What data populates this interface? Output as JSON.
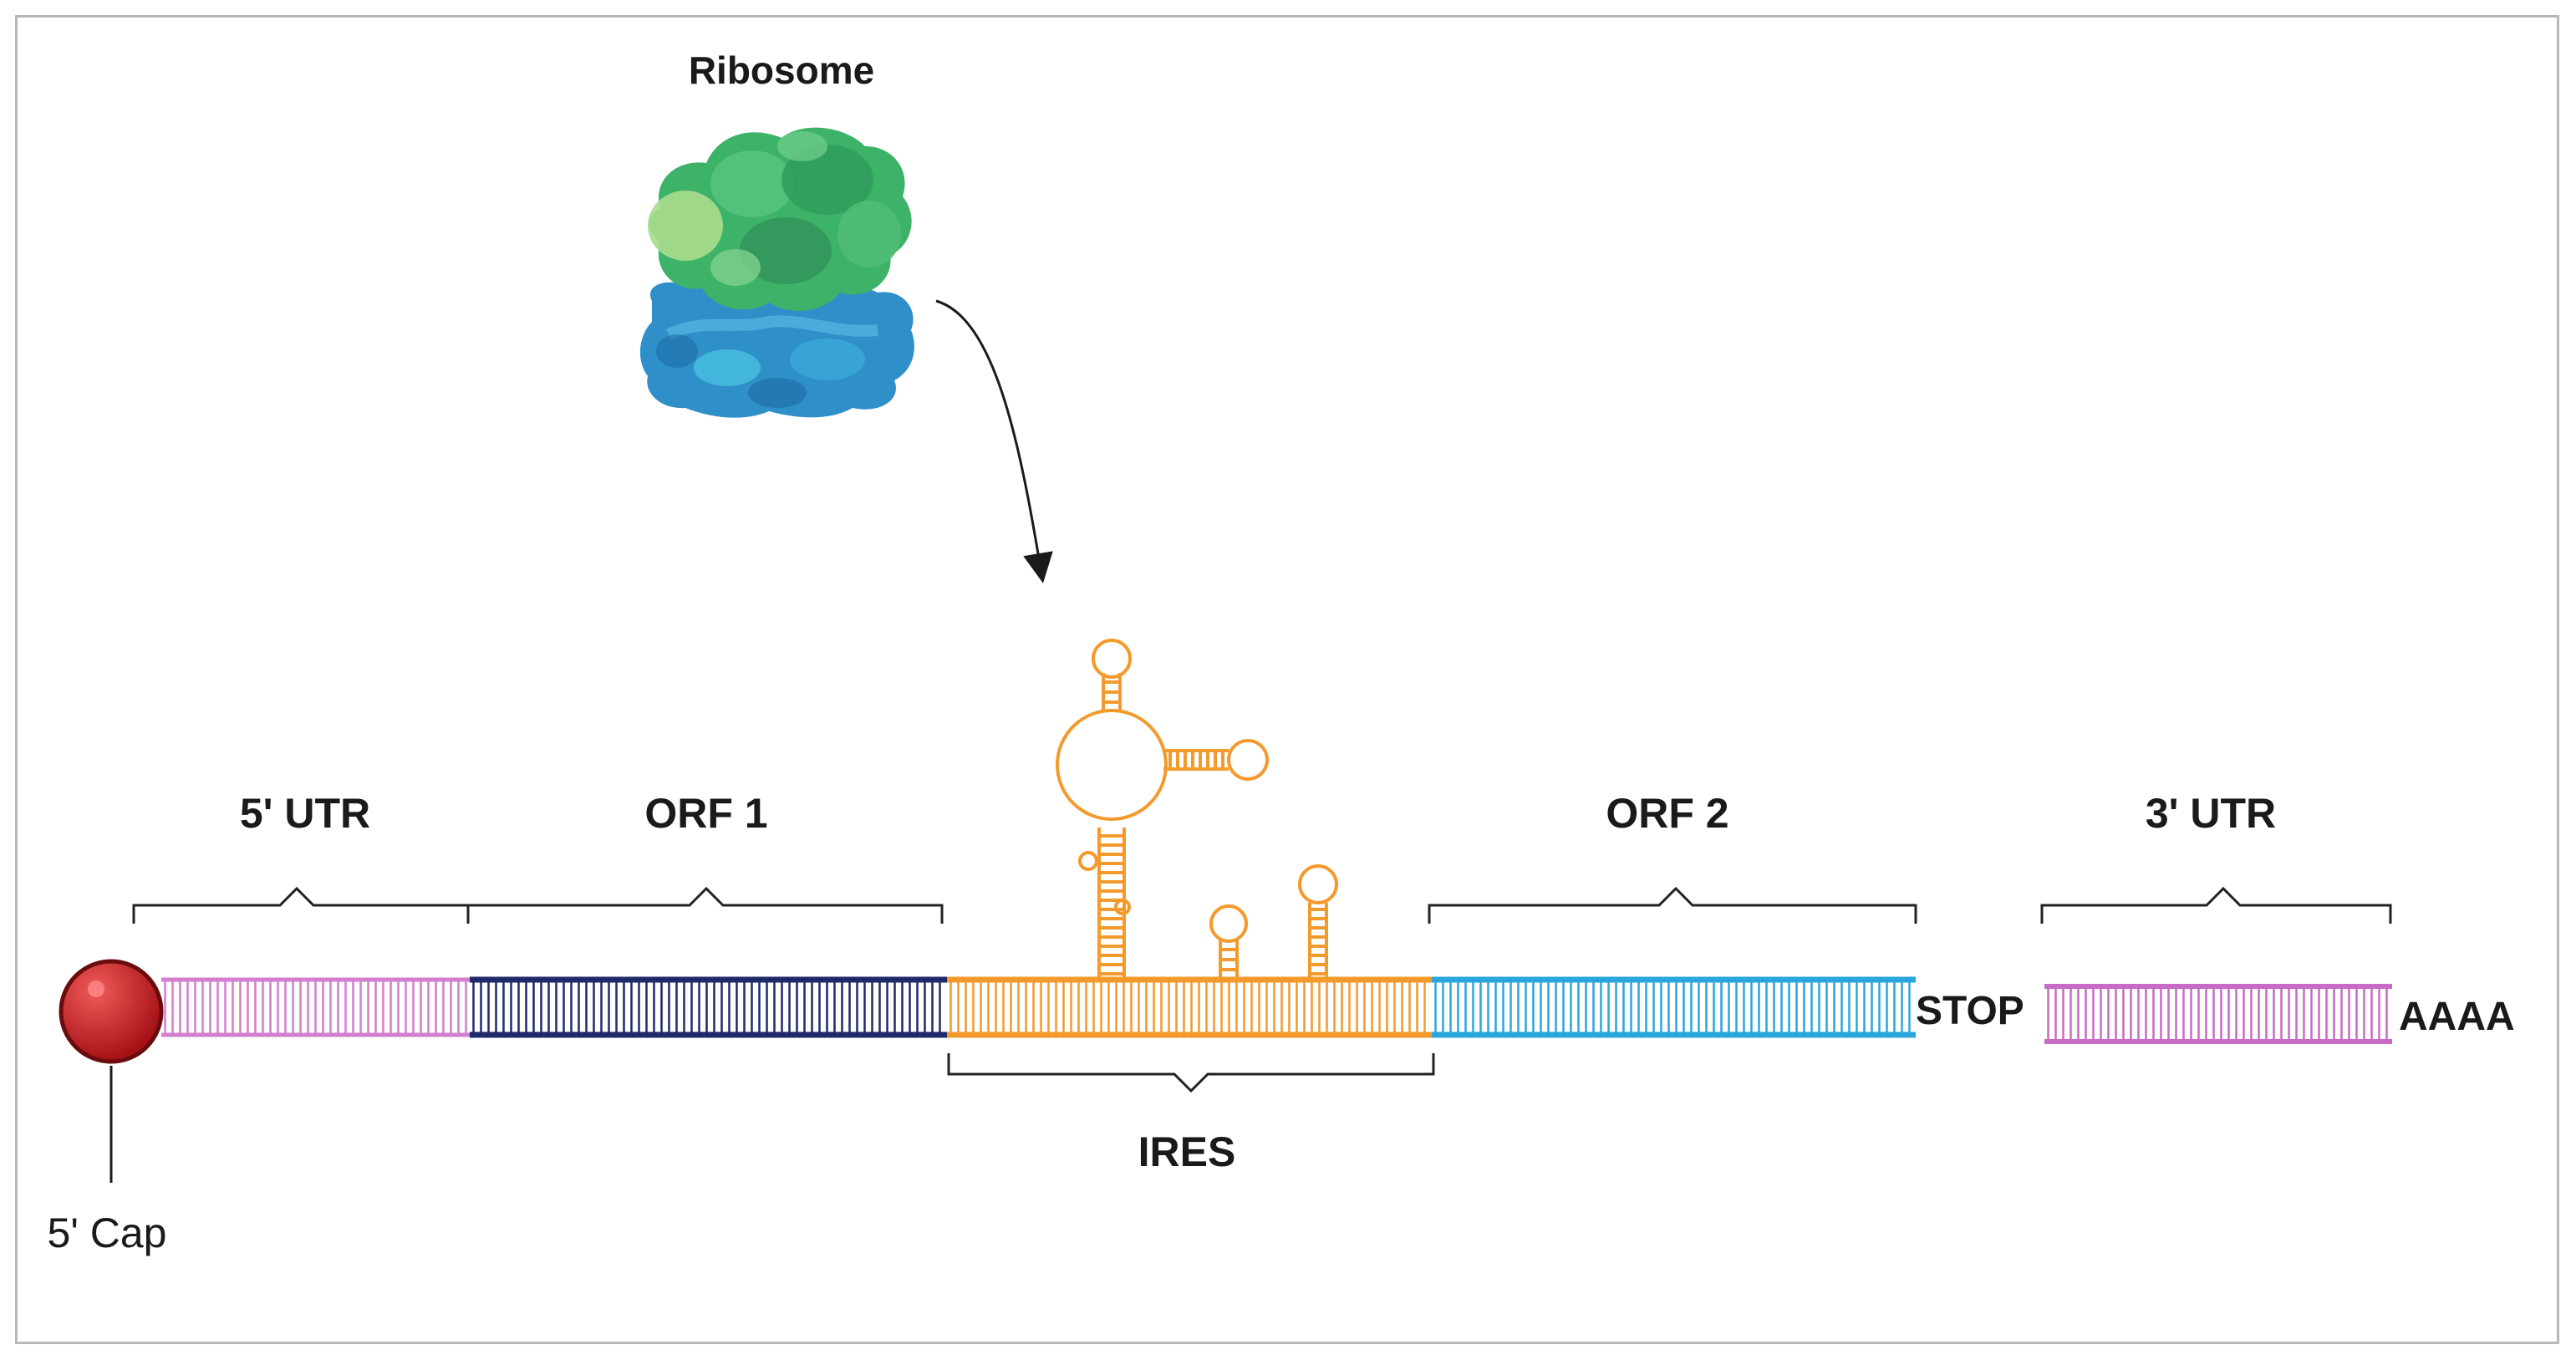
{
  "labels": {
    "ribosome": "Ribosome",
    "utr5": "5' UTR",
    "orf1": "ORF 1",
    "orf2": "ORF 2",
    "utr3": "3' UTR",
    "ires": "IRES",
    "stop": "STOP",
    "polya": "AAAA",
    "cap": "5' Cap"
  },
  "colors": {
    "utr5": "#d27fd0",
    "orf1": "#1f2a6b",
    "ires": "#f39a2c",
    "orf2": "#2aa6dc",
    "utr3": "#c86bc6",
    "cap": "#d2282c",
    "ribosome_large": "#3db36a",
    "ribosome_small": "#2f8fc8",
    "bracket": "#222222"
  }
}
